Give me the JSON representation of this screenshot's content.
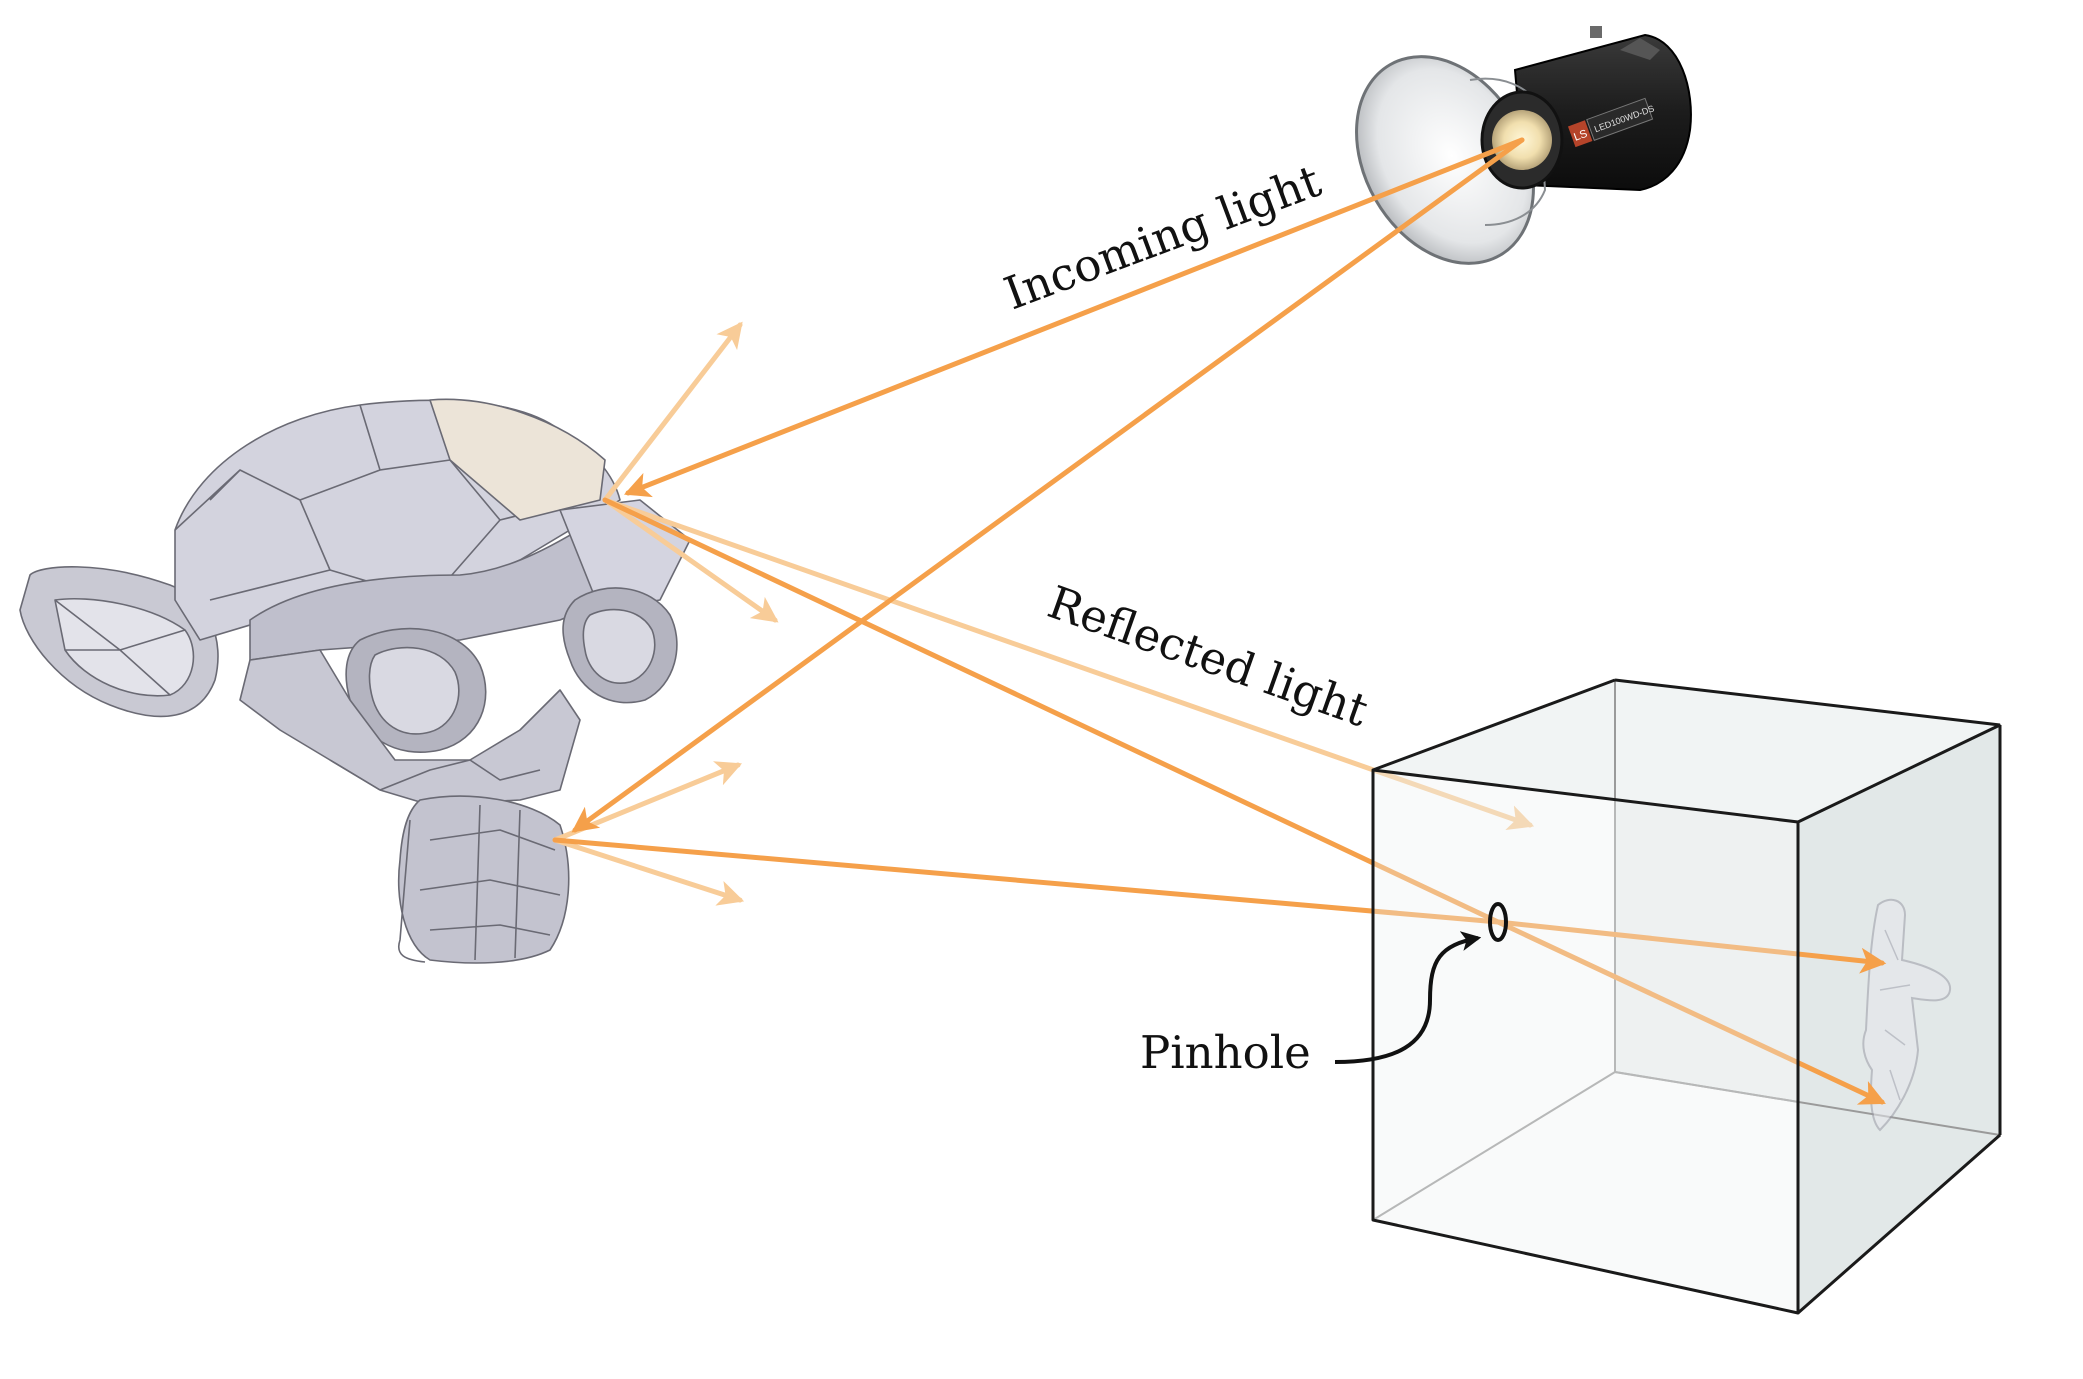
{
  "labels": {
    "incoming": "Incoming light",
    "reflected": "Reflected light",
    "pinhole": "Pinhole"
  },
  "lamp": {
    "badge": "LS",
    "model_text": "LED100WD-DS"
  },
  "colors": {
    "ray": "#f5a04a",
    "ray_faint": "#f8cc98",
    "box_fill": "#e9eeee",
    "box_edge": "#1a1a1a",
    "head_light": "#d2d2dc",
    "head_dark": "#8e8e9c",
    "lamp_body": "#1f1f1f"
  },
  "icons": {
    "light_source": "studio-lamp-icon",
    "object": "monkey-head-icon",
    "camera": "pinhole-camera-icon"
  }
}
